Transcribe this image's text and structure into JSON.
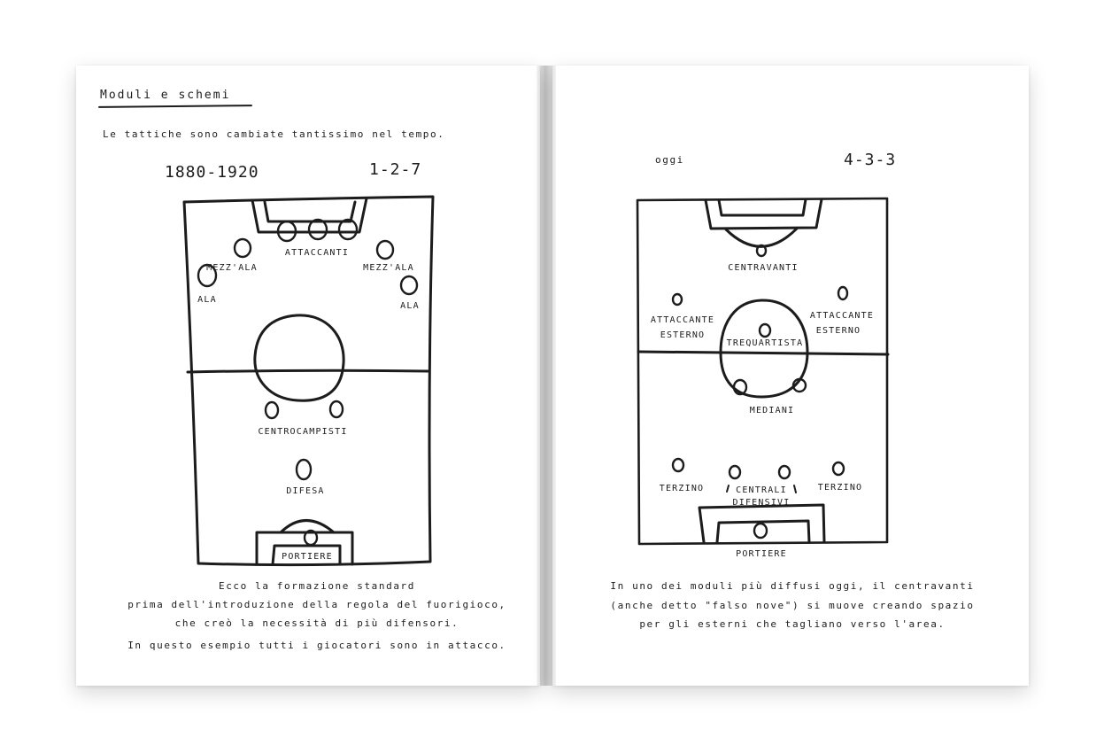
{
  "left": {
    "heading": "Moduli e schemi",
    "intro": "Le tattiche sono cambiate tantissimo nel tempo.",
    "period": "1880-1920",
    "formation": "1-2-7",
    "labels": {
      "attaccanti": "ATTACCANTI",
      "mezzala_left": "MEZZ'ALA",
      "mezzala_right": "MEZZ'ALA",
      "ala_left": "ALA",
      "ala_right": "ALA",
      "centrocampisti": "CENTROCAMPISTI",
      "difesa": "DIFESA",
      "portiere": "PORTIERE"
    },
    "caption": [
      "Ecco la formazione standard",
      "prima dell'introduzione della regola del fuorigioco,",
      "che creò la necessità di più difensori.",
      "In questo esempio tutti i giocatori sono in attacco."
    ]
  },
  "right": {
    "period": "oggi",
    "formation": "4-3-3",
    "labels": {
      "centravanti": "CENTRAVANTI",
      "attaccante_left_1": "ATTACCANTE",
      "attaccante_left_2": "ESTERNO",
      "attaccante_right_1": "ATTACCANTE",
      "attaccante_right_2": "ESTERNO",
      "trequartista": "TREQUARTISTA",
      "mediani": "MEDIANI",
      "terzino_left": "TERZINO",
      "terzino_right": "TERZINO",
      "centrali_1": "CENTRALI",
      "centrali_2": "DIFENSIVI",
      "portiere": "PORTIERE"
    },
    "caption": [
      "In uno dei moduli più diffusi oggi, il centravanti",
      "(anche detto \"falso nove\") si muove creando spazio",
      "per gli esterni che tagliano verso l'area."
    ]
  }
}
